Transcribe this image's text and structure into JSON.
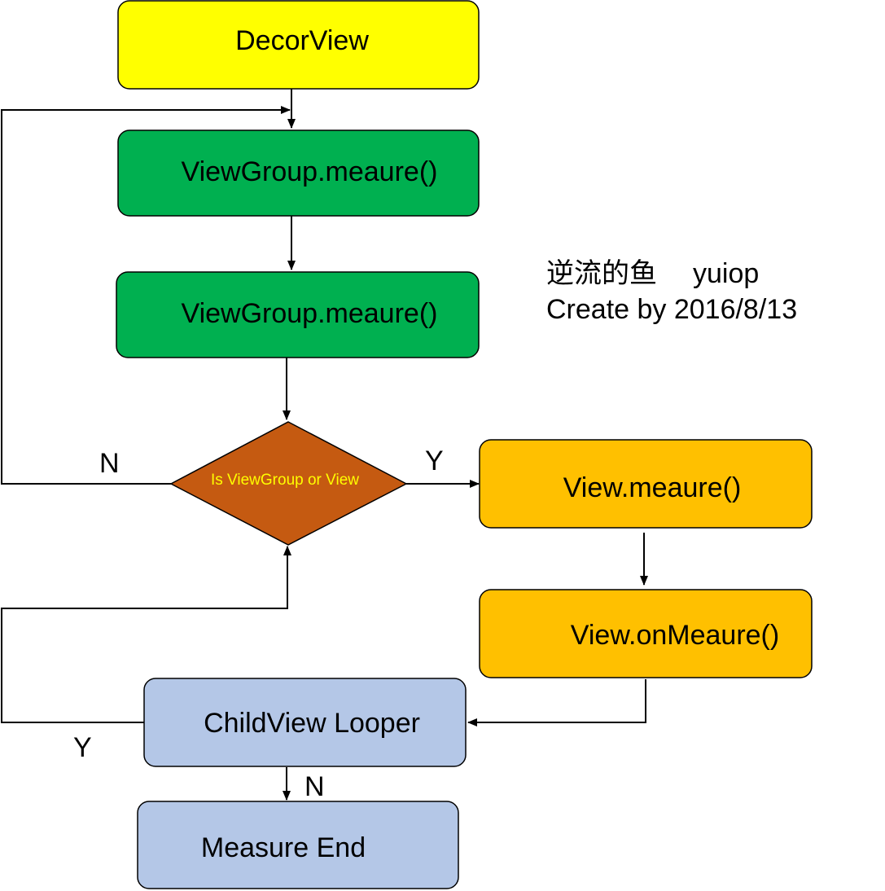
{
  "nodes": {
    "decor_view": "DecorView",
    "viewgroup_measure_1": "ViewGroup.meaure()",
    "viewgroup_measure_2": "ViewGroup.meaure()",
    "decision": "Is ViewGroup or View",
    "view_measure": "View.meaure()",
    "view_on_measure": "View.onMeaure()",
    "childview_looper": "ChildView Looper",
    "measure_end": "Measure End"
  },
  "edge_labels": {
    "decision_no": "N",
    "decision_yes": "Y",
    "looper_yes": "Y",
    "looper_no": "N"
  },
  "credit": {
    "author_cn": "逆流的鱼",
    "author_id": "yuiop",
    "created": "Create by 2016/8/13"
  },
  "colors": {
    "start": "#FFFF00",
    "viewgroup": "#00B050",
    "decision": "#C55A11",
    "decision_text": "#FFFF00",
    "view": "#FFC000",
    "looper": "#B4C7E7",
    "stroke": "#000000"
  }
}
